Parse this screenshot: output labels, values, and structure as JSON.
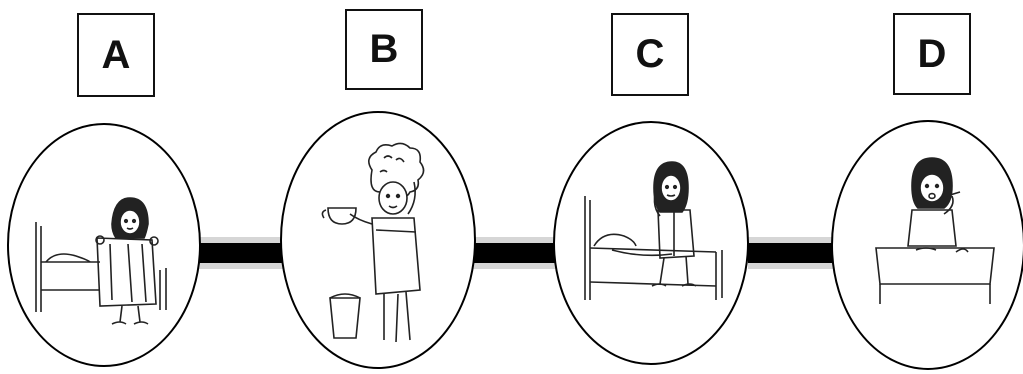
{
  "steps": [
    {
      "label": "A",
      "icon": "girl-making-bed-icon"
    },
    {
      "label": "B",
      "icon": "girl-bathing-icon"
    },
    {
      "label": "C",
      "icon": "girl-waking-up-icon"
    },
    {
      "label": "D",
      "icon": "girl-brushing-teeth-icon"
    }
  ]
}
